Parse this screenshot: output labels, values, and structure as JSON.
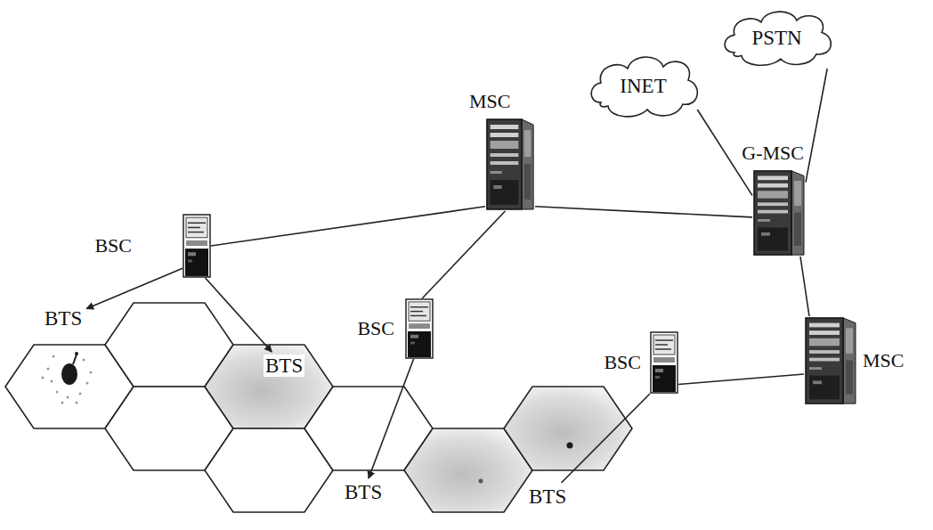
{
  "diagram": {
    "nodes": [
      {
        "text": [
          "INET"
        ]
      },
      {
        "text": [
          "PSTN"
        ]
      },
      {
        "text": [
          "MSC"
        ]
      },
      {
        "text": [
          "G-MSC"
        ]
      },
      {
        "text": [
          "BSC"
        ]
      },
      {
        "text": [
          "BTS"
        ]
      },
      {
        "text": [
          "BTS"
        ]
      },
      {
        "text": [
          "BSC"
        ]
      },
      {
        "text": [
          "MSC"
        ]
      },
      {
        "text": [
          "BSC"
        ]
      },
      {
        "text": [
          "BTS"
        ]
      },
      {
        "text": [
          "BTS"
        ]
      }
    ],
    "edges": [
      {
        "from": 0,
        "to": 3,
        "arrow": "none"
      },
      {
        "from": 1,
        "to": 3,
        "arrow": "none"
      },
      {
        "from": 4,
        "to": 2,
        "arrow": "none"
      },
      {
        "from": 2,
        "to": 3,
        "arrow": "none"
      },
      {
        "from": 2,
        "to": 7,
        "arrow": "none"
      },
      {
        "from": 3,
        "to": 8,
        "arrow": "none"
      },
      {
        "from": 8,
        "to": 9,
        "arrow": "none"
      },
      {
        "from": 4,
        "to": 5,
        "arrow": "to"
      },
      {
        "from": 4,
        "to": 6,
        "arrow": "to"
      },
      {
        "from": 7,
        "to": 10,
        "arrow": "to"
      },
      {
        "from": 9,
        "to": 11,
        "arrow": "none"
      }
    ]
  }
}
